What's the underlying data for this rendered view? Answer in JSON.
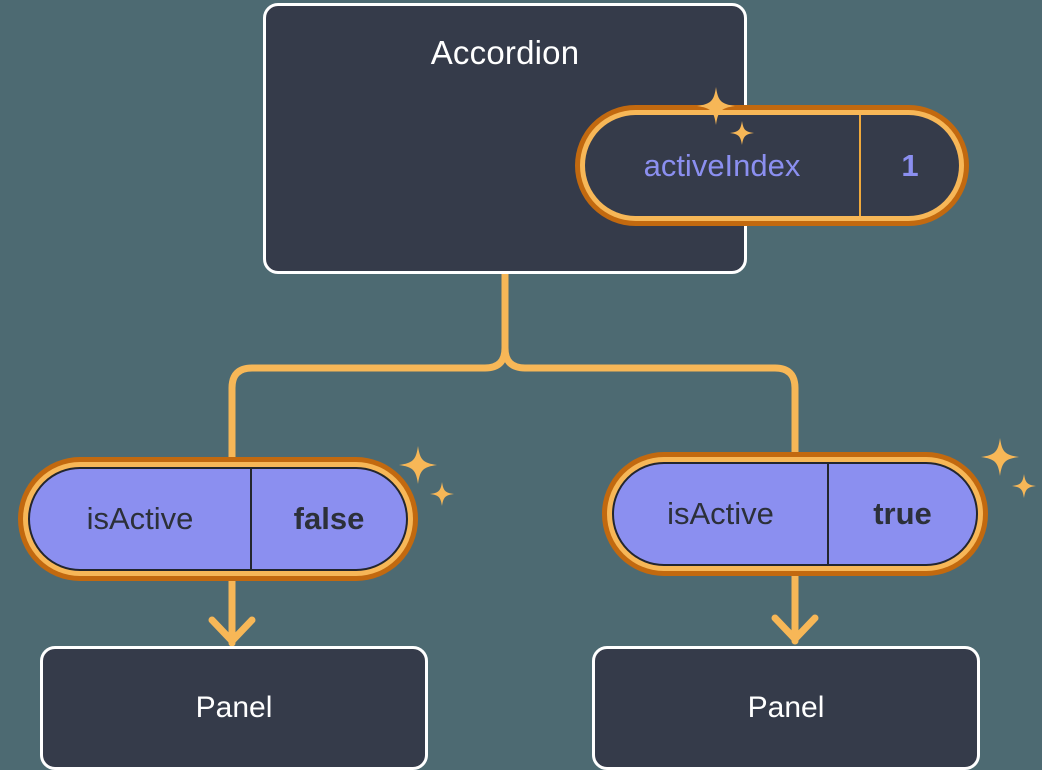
{
  "theme": {
    "background": "#4d6a72",
    "card_fill": "#353b4a",
    "card_border": "#ffffff",
    "connector": "#f7b757",
    "ring_outer": "#c2690f",
    "ring_inner": "#f7b757",
    "pill_purple_fill": "#8b8ff0",
    "pill_purple_text": "#2c3039",
    "accent_text": "#8b8ff0",
    "sparkle": "#f7b757"
  },
  "diagram": {
    "type": "component-tree",
    "root": {
      "title": "Accordion",
      "state": {
        "key": "activeIndex",
        "value": "1"
      }
    },
    "branches": [
      {
        "prop": {
          "key": "isActive",
          "value": "false"
        },
        "child": {
          "title": "Panel"
        }
      },
      {
        "prop": {
          "key": "isActive",
          "value": "true"
        },
        "child": {
          "title": "Panel"
        }
      }
    ],
    "icons": {
      "sparkle": "sparkle-icon",
      "arrow": "arrow-down-icon"
    }
  }
}
